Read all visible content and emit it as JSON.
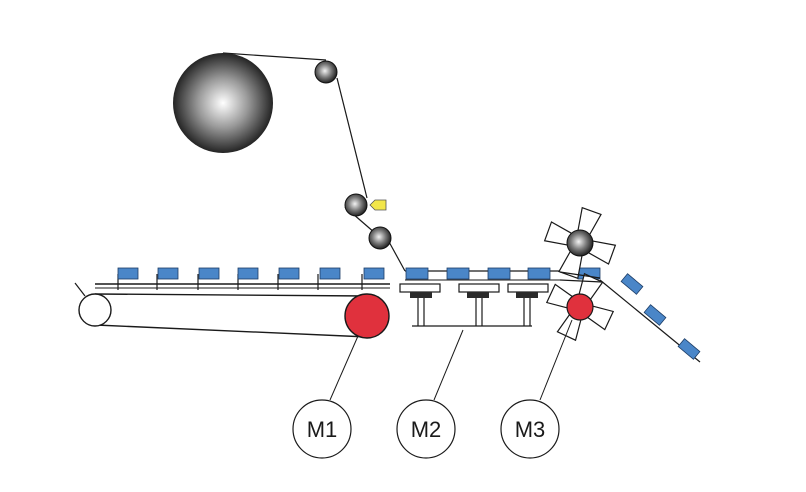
{
  "labels": {
    "m1": "M1",
    "m2": "M2",
    "m3": "M3"
  },
  "colors": {
    "product": "#4a86c8",
    "motor": "#e0313d",
    "roller_dark": "#2a2a2a",
    "sensor": "#f2e64a",
    "line": "#1a1a1a"
  },
  "icons": {
    "sensor": "sensor-icon",
    "motor": "motor-icon"
  }
}
